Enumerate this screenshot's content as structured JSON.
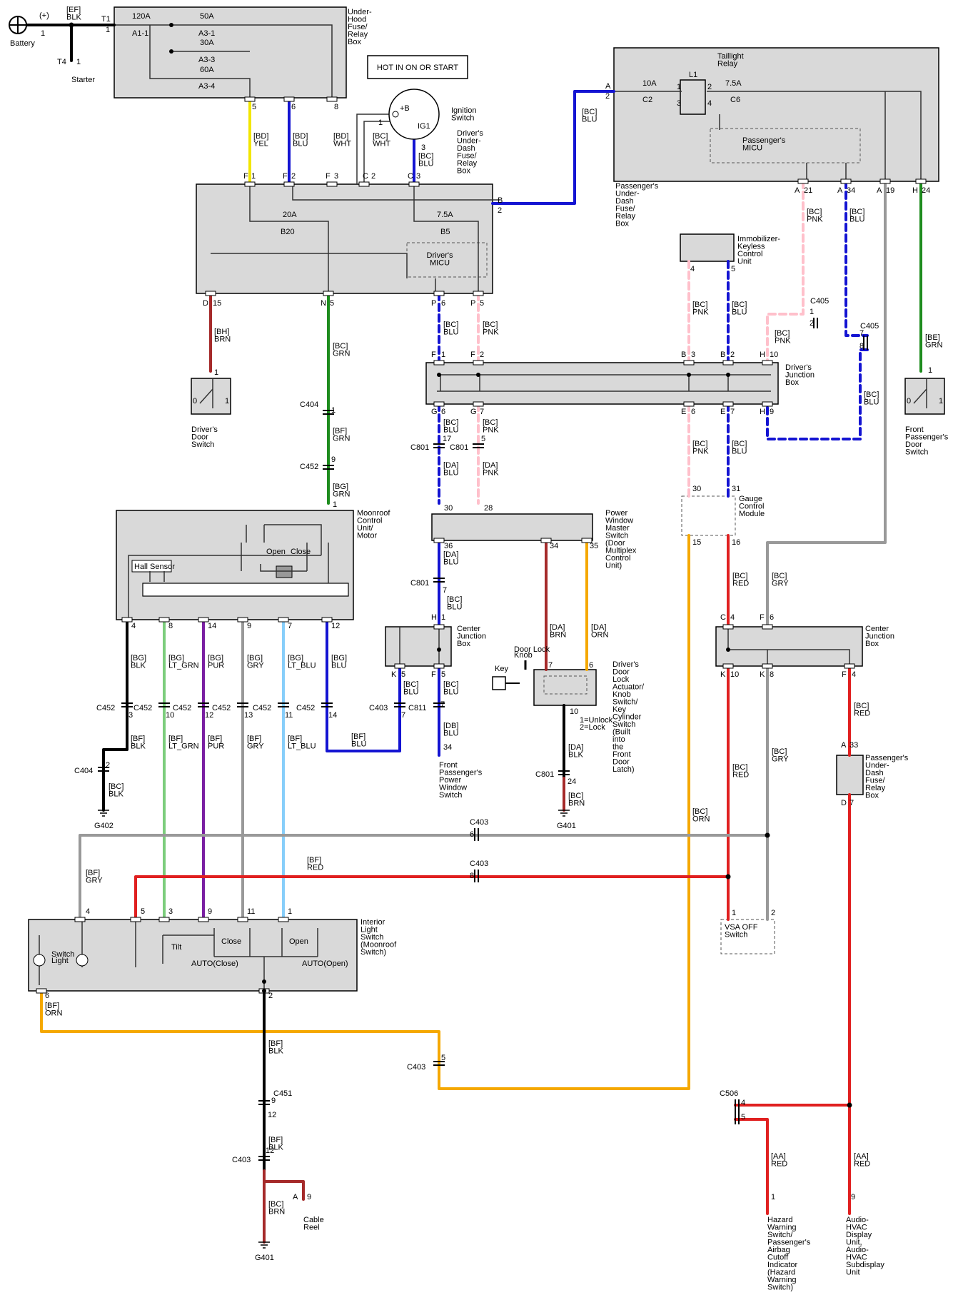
{
  "banner": "HOT IN ON OR START",
  "components": {
    "battery": "Battery",
    "battery_sign": "(+)",
    "starter": "Starter",
    "underhood_box": [
      "Under-",
      "Hood",
      "Fuse/",
      "Relay",
      "Box"
    ],
    "ignition_switch": [
      "Ignition",
      "Switch"
    ],
    "driver_underdash_box": [
      "Driver's",
      "Under-",
      "Dash",
      "Fuse/",
      "Relay",
      "Box"
    ],
    "driver_micu": [
      "Driver's",
      "MICU"
    ],
    "taillight_relay": [
      "Taillight",
      "Relay"
    ],
    "passenger_micu": [
      "Passenger's",
      "MICU"
    ],
    "passenger_underdash_box": [
      "Passenger's",
      "Under-",
      "Dash",
      "Fuse/",
      "Relay",
      "Box"
    ],
    "immobilizer": [
      "Immobilizer-",
      "Keyless",
      "Control",
      "Unit"
    ],
    "driver_door_switch": [
      "Driver's",
      "Door",
      "Switch"
    ],
    "driver_junction_box": [
      "Driver's",
      "Junction",
      "Box"
    ],
    "front_pass_door_switch": [
      "Front",
      "Passenger's",
      "Door",
      "Switch"
    ],
    "moonroof_unit": [
      "Moonroof",
      "Control",
      "Unit/",
      "Motor"
    ],
    "hall_sensor": "Hall Sensor",
    "moonroof_open": "Open",
    "moonroof_close": "Close",
    "power_window_master": [
      "Power",
      "Window",
      "Master",
      "Switch",
      "(Door",
      "Multiplex",
      "Control",
      "Unit)"
    ],
    "gauge_control": [
      "Gauge",
      "Control",
      "Module"
    ],
    "center_junction_left": [
      "Center",
      "Junction",
      "Box"
    ],
    "center_junction_right": [
      "Center",
      "Junction",
      "Box"
    ],
    "door_lock_actuator": [
      "Driver's",
      "Door",
      "Lock",
      "Actuator/",
      "Knob",
      "Switch/",
      "Key",
      "Cylinder",
      "Switch",
      "(Built",
      "into",
      "the",
      "Front",
      "Door",
      "Latch)"
    ],
    "door_lock_knob": [
      "Door Lock",
      "Knob"
    ],
    "key": "Key",
    "lock_legend": [
      "1=Unlock",
      "2=Lock"
    ],
    "front_pass_pw_switch": [
      "Front",
      "Passenger's",
      "Power",
      "Window",
      "Switch"
    ],
    "passenger_underdash_fuse": [
      "Passenger's",
      "Under-",
      "Dash",
      "Fuse/",
      "Relay",
      "Box"
    ],
    "vsa_off": [
      "VSA OFF",
      "Switch"
    ],
    "interior_light_switch": [
      "Interior",
      "Light",
      "Switch",
      "(Moonroof",
      "Switch)"
    ],
    "switch_light": [
      "Switch",
      "Light"
    ],
    "tilt": "Tilt",
    "ils_close": "Close",
    "ils_open": "Open",
    "auto_close": "AUTO(Close)",
    "auto_open": "AUTO(Open)",
    "cable_reel": [
      "Cable",
      "Reel"
    ],
    "hazard": [
      "Hazard",
      "Warning",
      "Switch/",
      "Passenger's",
      "Airbag",
      "Cutoff",
      "Indicator",
      "(Hazard",
      "Warning",
      "Switch)"
    ],
    "audio": [
      "Audio-",
      "HVAC",
      "Display",
      "Unit,",
      "Audio-",
      "HVAC",
      "Subdisplay",
      "Unit"
    ],
    "g402": "G402",
    "g401a": "G401",
    "g401b": "G401"
  },
  "fuses": {
    "f120": "120A",
    "a11": "A1-1",
    "f50": "50A",
    "a31": "A3-1",
    "f30": "30A",
    "a33": "A3-3",
    "f60": "60A",
    "a34": "A3-4",
    "f20": "20A",
    "b20": "B20",
    "f75a": "7.5A",
    "b5": "B5",
    "f10": "10A",
    "c2": "C2",
    "l1": "L1",
    "f75b": "7.5A",
    "c6": "C6"
  },
  "wire_labels": {
    "ef_blk": [
      "[EF]",
      "BLK"
    ],
    "bd_yel": [
      "[BD]",
      "YEL"
    ],
    "bd_blu": [
      "[BD]",
      "BLU"
    ],
    "bd_wht": [
      "[BD]",
      "WHT"
    ],
    "bc_wht": [
      "[BC]",
      "WHT"
    ],
    "bc_blu_ig": [
      "[BC]",
      "BLU"
    ],
    "bc_blu_tail": [
      "[BC]",
      "BLU"
    ],
    "bh_brn": [
      "[BH]",
      "BRN"
    ],
    "bc_grn": [
      "[BC]",
      "GRN"
    ],
    "bf_grn": [
      "[BF]",
      "GRN"
    ],
    "bg_grn": [
      "[BG]",
      "GRN"
    ],
    "bc_blu_p6": [
      "[BC]",
      "BLU"
    ],
    "bc_pnk_p5": [
      "[BC]",
      "PNK"
    ],
    "bc_pnk_a21": [
      "[BC]",
      "PNK"
    ],
    "bc_blu_a34": [
      "[BC]",
      "BLU"
    ],
    "bc_pnk_imm": [
      "[BC]",
      "PNK"
    ],
    "bc_blu_imm": [
      "[BC]",
      "BLU"
    ],
    "bc_pnk_c405": [
      "[BC]",
      "PNK"
    ],
    "be_grn": [
      "[BE]",
      "GRN"
    ],
    "bc_blu_c405b": [
      "[BC]",
      "BLU"
    ],
    "bc_blu_g6": [
      "[BC]",
      "BLU"
    ],
    "bc_pnk_g7": [
      "[BC]",
      "PNK"
    ],
    "da_blu_28": [
      "[DA]",
      "BLU"
    ],
    "da_pnk_28": [
      "[DA]",
      "PNK"
    ],
    "bc_pnk_e6": [
      "[BC]",
      "PNK"
    ],
    "bc_blu_e7": [
      "[BC]",
      "BLU"
    ],
    "da_blu_36": [
      "[DA]",
      "BLU"
    ],
    "bc_blu_h1": [
      "[BC]",
      "BLU"
    ],
    "da_brn": [
      "[DA]",
      "BRN"
    ],
    "da_orn": [
      "[DA]",
      "ORN"
    ],
    "bc_red_16": [
      "[BC]",
      "RED"
    ],
    "bc_gry_f6": [
      "[BC]",
      "GRY"
    ],
    "bg_blk": [
      "[BG]",
      "BLK"
    ],
    "bg_ltgrn": [
      "[BG]",
      "LT_GRN"
    ],
    "bg_pur": [
      "[BG]",
      "PUR"
    ],
    "bg_gry": [
      "[BG]",
      "GRY"
    ],
    "bg_ltblu": [
      "[BG]",
      "LT_BLU"
    ],
    "bg_blu": [
      "[BG]",
      "BLU"
    ],
    "bc_blu_k5": [
      "[BC]",
      "BLU"
    ],
    "bc_blu_f5": [
      "[BC]",
      "BLU"
    ],
    "db_blu": [
      "[DB]",
      "BLU"
    ],
    "bf_blk": [
      "[BF]",
      "BLK"
    ],
    "bf_ltgrn": [
      "[BF]",
      "LT_GRN"
    ],
    "bf_pur": [
      "[BF]",
      "PUR"
    ],
    "bf_gry": [
      "[BF]",
      "GRY"
    ],
    "bf_ltblu": [
      "[BF]",
      "LT_BLU"
    ],
    "bf_blu": [
      "[BF]",
      "BLU"
    ],
    "bc_blk": [
      "[BC]",
      "BLK"
    ],
    "da_blk": [
      "[DA]",
      "BLK"
    ],
    "bc_brn_g401": [
      "[BC]",
      "BRN"
    ],
    "bc_red_k10": [
      "[BC]",
      "RED"
    ],
    "bc_gry_k8": [
      "[BC]",
      "GRY"
    ],
    "bc_red_f4": [
      "[BC]",
      "RED"
    ],
    "bc_orn": [
      "[BC]",
      "ORN"
    ],
    "bf_gry_left": [
      "[BF]",
      "GRY"
    ],
    "bf_red": [
      "[BF]",
      "RED"
    ],
    "bf_orn": [
      "[BF]",
      "ORN"
    ],
    "bf_blk_2": [
      "[BF]",
      "BLK"
    ],
    "bf_blk_3": [
      "[BF]",
      "BLK"
    ],
    "bc_brn_bot": [
      "[BC]",
      "BRN"
    ],
    "aa_red_1": [
      "[AA]",
      "RED"
    ],
    "aa_red_2": [
      "[AA]",
      "RED"
    ]
  },
  "pins": {
    "bat1": "1",
    "t1": "T1",
    "t1n": "1",
    "t4": "T4",
    "t4n": "1",
    "hb5": "5",
    "hb6": "6",
    "hb8": "8",
    "f1": "F",
    "f1n": "1",
    "f2": "F",
    "f2n": "2",
    "f3": "F",
    "f3n": "3",
    "c2": "C",
    "c2n": "2",
    "c3": "C",
    "c3n": "3",
    "ig1": "1",
    "ig3": "3",
    "igb": "+B",
    "igig1": "IG1",
    "b2": "B",
    "b2n": "2",
    "a2": "A",
    "a2n": "2",
    "l1n1": "1",
    "l1n2": "2",
    "l1n3": "3",
    "l1n4": "4",
    "d15": "D",
    "d15n": "15",
    "n5": "N",
    "n5n": "5",
    "p6": "P",
    "p6n": "6",
    "p5": "P",
    "p5n": "5",
    "a21": "A",
    "a21n": "21",
    "a34": "A",
    "a34n": "34",
    "a19": "A",
    "a19n": "19",
    "h24": "H",
    "h24n": "24",
    "imm4": "4",
    "imm5": "5",
    "c405a": "C405",
    "c405a1": "1",
    "c405a2": "2",
    "c405b": "C405",
    "c405b7": "7",
    "c405b8": "8",
    "dsw1": "1",
    "dsw0": "0",
    "dsw1b": "1",
    "c404": "C404",
    "c404n": "1",
    "fj1": "F",
    "fj1n": "1",
    "fj2": "F",
    "fj2n": "2",
    "bj3": "B",
    "bj3n": "3",
    "bj2": "B",
    "bj2n": "2",
    "hj10": "H",
    "hj10n": "10",
    "gj6": "G",
    "gj6n": "6",
    "gj7": "G",
    "gj7n": "7",
    "ej6": "E",
    "ej6n": "6",
    "ej7": "E",
    "ej7n": "7",
    "hj9": "H",
    "hj9n": "9",
    "psw1": "1",
    "psw0": "0",
    "psw1b": "1",
    "c801a": "C801",
    "c801a17": "17",
    "c801b": "C801",
    "c801b5": "5",
    "c452": "C452",
    "c452n": "9",
    "pw30": "30",
    "pw28": "28",
    "pw36": "36",
    "pw34": "34",
    "pw35": "35",
    "gc30": "30",
    "gc31": "31",
    "gc15": "15",
    "gc16": "16",
    "mr1": "1",
    "mr4": "4",
    "mr8": "8",
    "mr14": "14",
    "mr9": "9",
    "mr7": "7",
    "mr12": "12",
    "c801c": "C801",
    "c801c7": "7",
    "h1": "H",
    "h1n": "1",
    "k5": "K",
    "k5n": "5",
    "f5": "F",
    "f5n": "5",
    "c4": "C",
    "c4n": "4",
    "f6": "F",
    "f6n": "6",
    "k10": "K",
    "k10n": "10",
    "k8": "K",
    "k8n": "8",
    "f4": "F",
    "f4n": "4",
    "dl7": "7",
    "dl6": "6",
    "dl10": "10",
    "c452a": "C452",
    "c452a3": "3",
    "c452b": "C452",
    "c452b10": "10",
    "c452c": "C452",
    "c452c12": "12",
    "c452d": "C452",
    "c452d13": "13",
    "c452e": "C452",
    "c452e11": "11",
    "c452f": "C452",
    "c452f14": "14",
    "c403a": "C403",
    "c403a7": "7",
    "c811": "C811",
    "c811n": "7",
    "fp34": "34",
    "c404b": "C404",
    "c404b2": "2",
    "c801d": "C801",
    "c801d24": "24",
    "a33": "A",
    "a33n": "33",
    "d7": "D",
    "d7n": "7",
    "c403b": "C403",
    "c403b6": "6",
    "c403c": "C403",
    "c403c8": "8",
    "ils4": "4",
    "ils5": "5",
    "ils3": "3",
    "ils9": "9",
    "ils11": "11",
    "ils1": "1",
    "ils6": "6",
    "ils2": "2",
    "vsa1": "1",
    "vsa2": "2",
    "c403d": "C403",
    "c403d5": "5",
    "c451": "C451",
    "c451n9": "9",
    "c451n12": "12",
    "c506": "C506",
    "c506n4": "4",
    "c506n5": "5",
    "c403e": "C403",
    "c403e12": "12",
    "cr_a": "A",
    "cr9": "9",
    "hz1": "1",
    "au9": "9"
  },
  "colors": {
    "black": "#000000",
    "yellow": "#f2e600",
    "blue": "#1414d2",
    "white": "#ffffff",
    "brown": "#a52a2a",
    "green": "#1e8c1e",
    "pink": "#ffc0cb",
    "gray": "#999999",
    "red": "#e02020",
    "orange": "#f5a800",
    "purple": "#7a1fa2",
    "lt_green": "#7ccd7c",
    "lt_blue": "#87cefa",
    "panel": "#d9d9d9"
  }
}
